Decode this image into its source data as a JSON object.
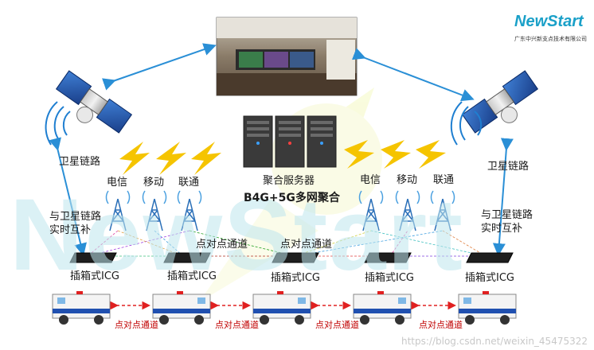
{
  "logo": {
    "brand": "NewStart",
    "company": "广东中兴新支点技术有限公司"
  },
  "watermark": "NewStart",
  "labels": {
    "satellite_link_left": "卫星链路",
    "satellite_link_right": "卫星链路",
    "telecom_left": "电信",
    "mobile_left": "移动",
    "unicom_left": "联通",
    "telecom_right": "电信",
    "mobile_right": "移动",
    "unicom_right": "联通",
    "server": "聚合服务器",
    "aggregation": "B4G+5G多网聚合",
    "complement_left": "与卫星链路\n实时互补",
    "complement_right": "与卫星链路\n实时互补",
    "p2p_upper_left": "点对点通道",
    "p2p_upper_mid": "点对点通道",
    "icg_1": "插箱式ICG",
    "icg_2": "插箱式ICG",
    "icg_3": "插箱式ICG",
    "icg_4": "插箱式ICG",
    "icg_5": "插箱式ICG",
    "p2p_bottom_1": "点对点通道",
    "p2p_bottom_2": "点对点通道",
    "p2p_bottom_3": "点对点通道",
    "p2p_bottom_4": "点对点通道"
  },
  "footer": "https://blog.csdn.net/weixin_45475322",
  "colors": {
    "arrow_blue": "#2a8fd6",
    "bolt_yellow": "#f5c400",
    "red_dash": "#e02020",
    "watermark": "#bfe6ee"
  }
}
